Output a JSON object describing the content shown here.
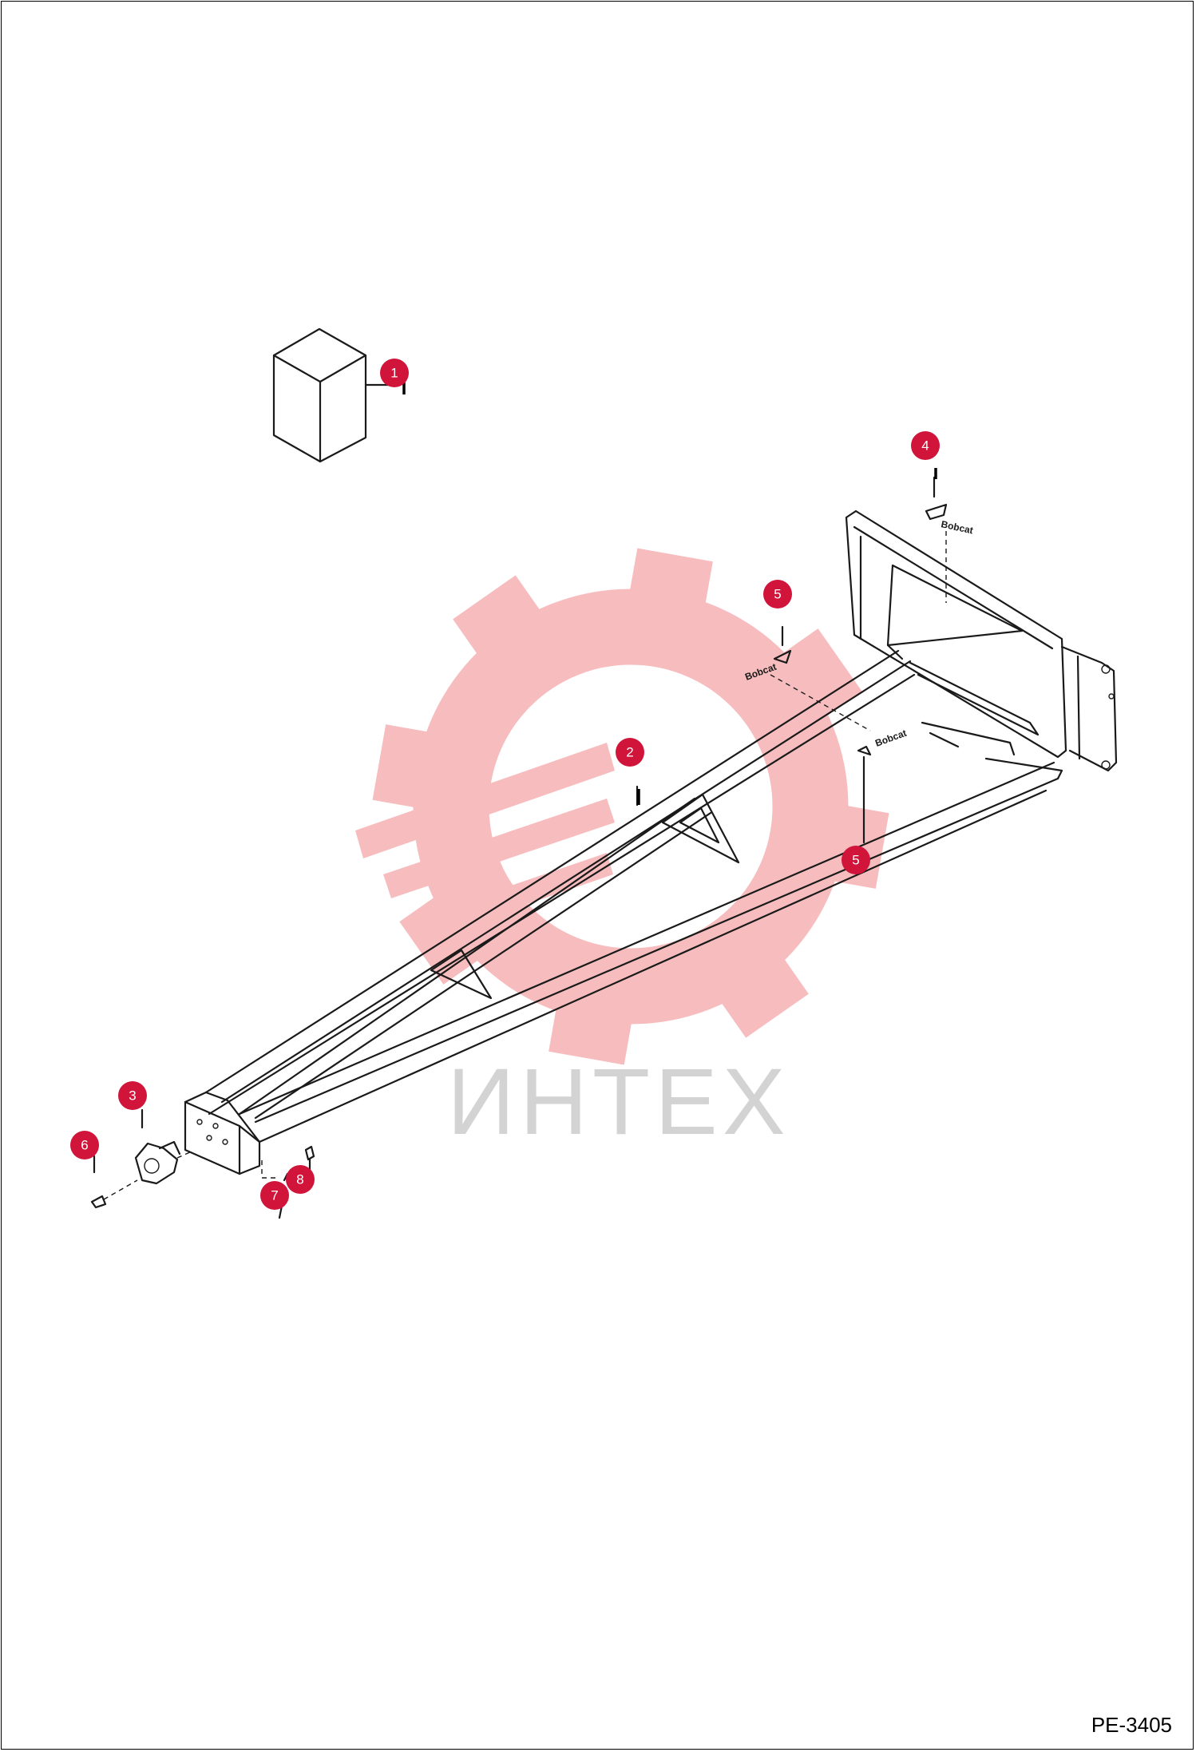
{
  "diagram_code": "PE-3405",
  "watermark": {
    "text": "ИНТЕХ",
    "gear_color": "#f7b6b8",
    "text_color": "#cfcfcf"
  },
  "accent_color": "#d0143a",
  "decals": {
    "bobcat_label": "Bobcat"
  },
  "callouts": [
    {
      "label": "1",
      "part": "kit-box"
    },
    {
      "label": "2",
      "part": "boom-frame"
    },
    {
      "label": "3",
      "part": "hook-bracket"
    },
    {
      "label": "4",
      "part": "decal-top"
    },
    {
      "label": "5",
      "part": "decal-middle"
    },
    {
      "label": "5",
      "part": "decal-right"
    },
    {
      "label": "6",
      "part": "bolt"
    },
    {
      "label": "7",
      "part": "washer"
    },
    {
      "label": "8",
      "part": "nut"
    }
  ]
}
